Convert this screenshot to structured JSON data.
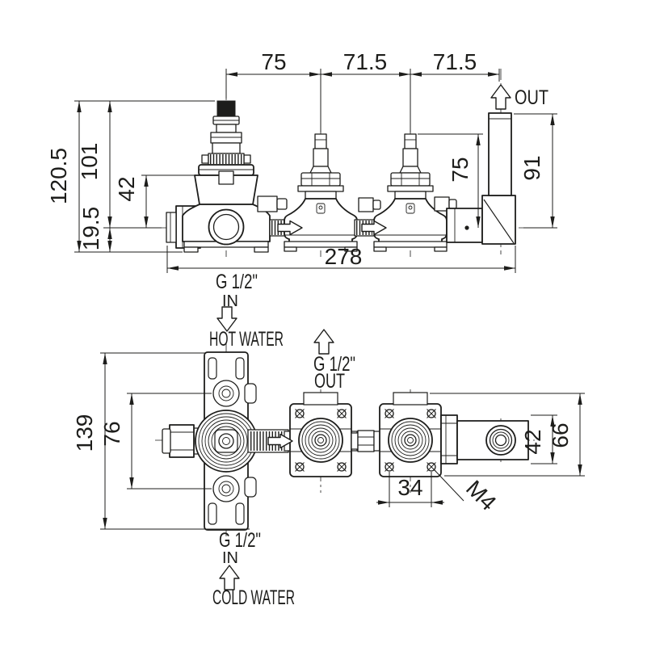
{
  "drawing": {
    "type": "technical-drawing",
    "line_color": "#1d1d1b",
    "background_color": "#ffffff",
    "side_view": {
      "dim_top_spacing_1": "75",
      "dim_top_spacing_2": "71.5",
      "dim_top_spacing_3": "71.5",
      "dim_total_height": "120.5",
      "dim_center_height": "101",
      "dim_body_top": "42",
      "dim_base_offset": "19.5",
      "dim_cartridge_stem": "75",
      "dim_outlet_pipe": "91",
      "dim_total_length": "278",
      "label_out": "OUT",
      "label_inlet_size": "G 1/2\"",
      "label_inlet_dir": "IN"
    },
    "plan_view": {
      "label_hot_water": "HOT WATER",
      "label_outlet_size": "G 1/2\"",
      "label_outlet_dir": "OUT",
      "dim_plate_height": "139",
      "dim_hole_spacing": "76",
      "dim_elbow_width": "42",
      "dim_bracket_depth": "66",
      "dim_screw_spacing": "34",
      "label_screw_thread": "M4",
      "label_cold_size": "G 1/2\"",
      "label_cold_dir": "IN",
      "label_cold_water": "COLD WATER"
    }
  }
}
